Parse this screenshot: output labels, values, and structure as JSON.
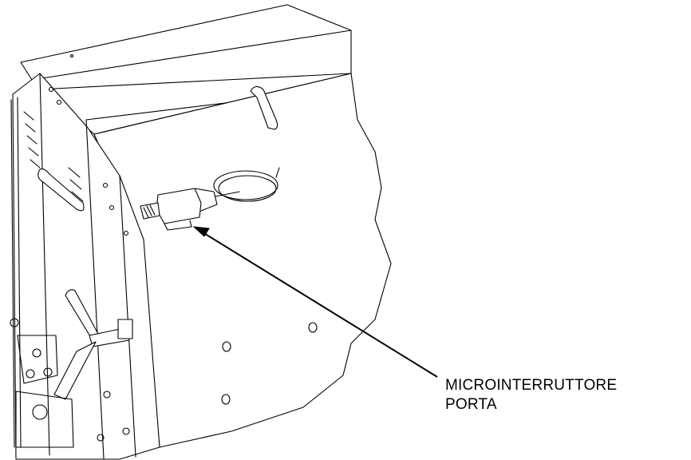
{
  "callout": {
    "line1": "MICROINTERRUTTORE",
    "line2": "PORTA"
  },
  "colors": {
    "stroke": "#000000",
    "background": "#ffffff"
  },
  "icons": {
    "arrow": "callout-arrow",
    "switch": "door-microswitch-icon"
  }
}
